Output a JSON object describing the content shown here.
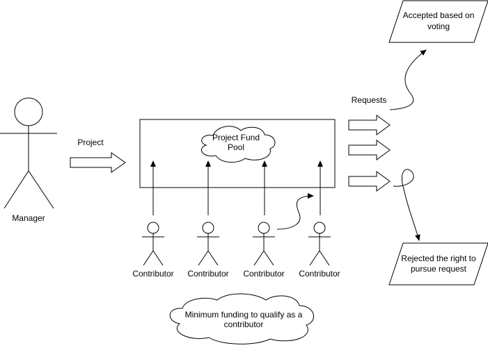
{
  "manager": {
    "label": "Manager"
  },
  "project": {
    "label": "Project"
  },
  "pool": {
    "line1": "Project Fund",
    "line2": "Pool"
  },
  "contributors": [
    {
      "label": "Contributor"
    },
    {
      "label": "Contributor"
    },
    {
      "label": "Contributor"
    },
    {
      "label": "Contributor"
    }
  ],
  "requests": {
    "label": "Requests"
  },
  "accepted": {
    "line1": "Accepted based on",
    "line2": "voting"
  },
  "rejected": {
    "line1": "Rejected the right to",
    "line2": "pursue request"
  },
  "minimum": {
    "line1": "Minimum funding to qualify as a",
    "line2": "contributor"
  }
}
